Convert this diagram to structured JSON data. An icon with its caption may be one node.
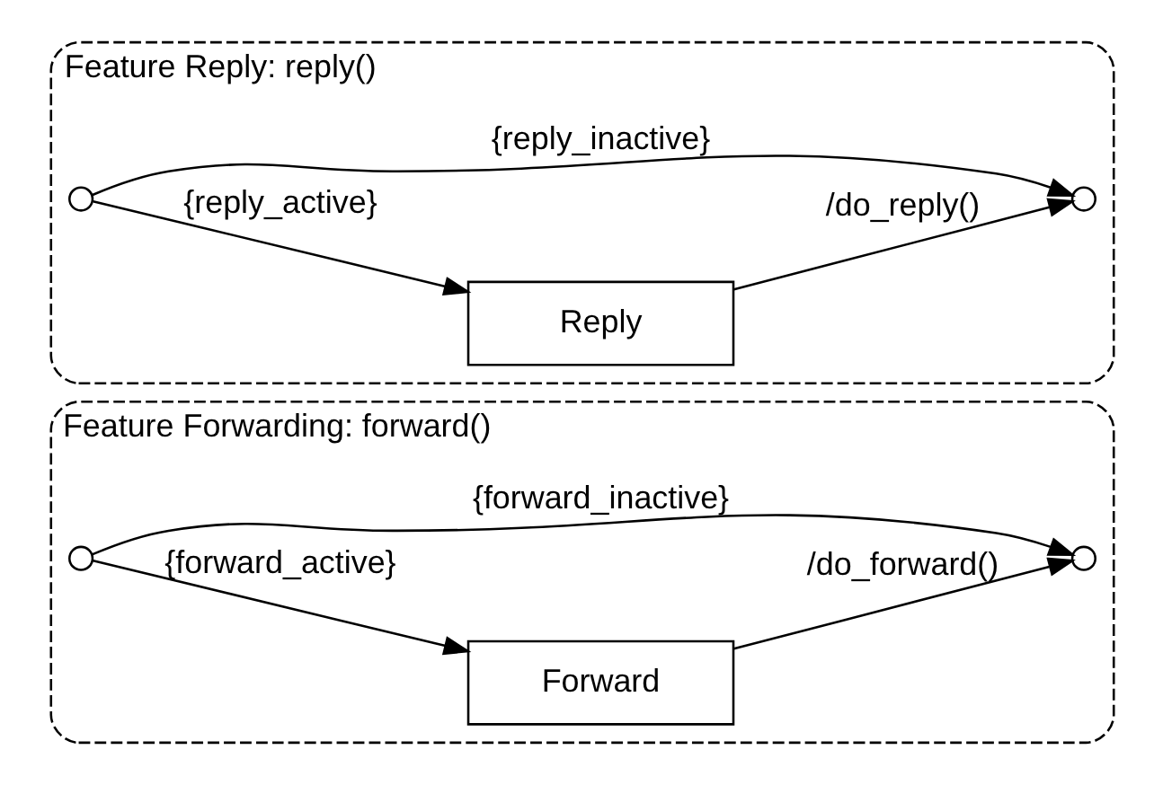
{
  "diagram": {
    "nodes": [
      {
        "text": [
          "Feature Forwarding: forward()"
        ]
      },
      {
        "text": [],
        "shape": "circle",
        "in": 0
      },
      {
        "text": [
          "Forward"
        ],
        "in": 0
      },
      {
        "text": [],
        "shape": "circle",
        "in": 0
      },
      {
        "text": [
          "Feature Reply: reply()"
        ]
      },
      {
        "text": [],
        "shape": "circle",
        "in": 4
      },
      {
        "text": [
          "Reply"
        ],
        "in": 4
      },
      {
        "text": [],
        "shape": "circle",
        "in": 4
      }
    ],
    "edges": [
      {
        "from": 1,
        "to": 2,
        "arrow": "to",
        "label": "{forward_active}"
      },
      {
        "from": 2,
        "to": 3,
        "arrow": "to",
        "label": "/do_forward()"
      },
      {
        "from": 1,
        "to": 3,
        "arrow": "to",
        "label": "{forward_inactive}"
      },
      {
        "from": 5,
        "to": 6,
        "arrow": "to",
        "label": "{reply_active}"
      },
      {
        "from": 6,
        "to": 7,
        "arrow": "to",
        "label": "/do_reply()"
      },
      {
        "from": 5,
        "to": 7,
        "arrow": "to",
        "label": "{reply_inactive}"
      }
    ]
  }
}
